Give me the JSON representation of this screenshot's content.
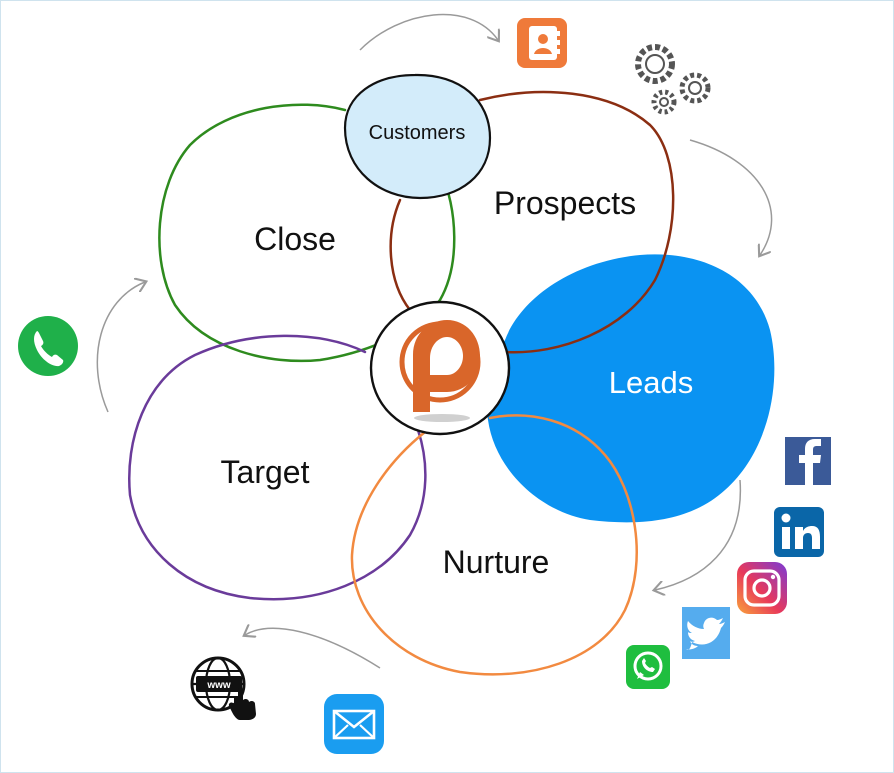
{
  "diagram": {
    "center_logo": "p-logo",
    "stages": {
      "customers": "Customers",
      "prospects": "Prospects",
      "leads": "Leads",
      "nurture": "Nurture",
      "target": "Target",
      "close": "Close"
    }
  },
  "colors": {
    "close_loop": "#2e8b1e",
    "prospects_loop": "#8b2e12",
    "leads_fill": "#0a93f2",
    "nurture_loop": "#f28a40",
    "target_loop": "#6a3b9a",
    "customers_fill": "#d3ecfa",
    "logo_orange": "#d9662a",
    "arrow_gray": "#9a9a9a"
  },
  "icons": [
    "contacts-icon",
    "gears-icon",
    "phone-icon",
    "facebook-icon",
    "linkedin-icon",
    "instagram-icon",
    "twitter-icon",
    "whatsapp-icon",
    "email-icon",
    "web-icon"
  ]
}
